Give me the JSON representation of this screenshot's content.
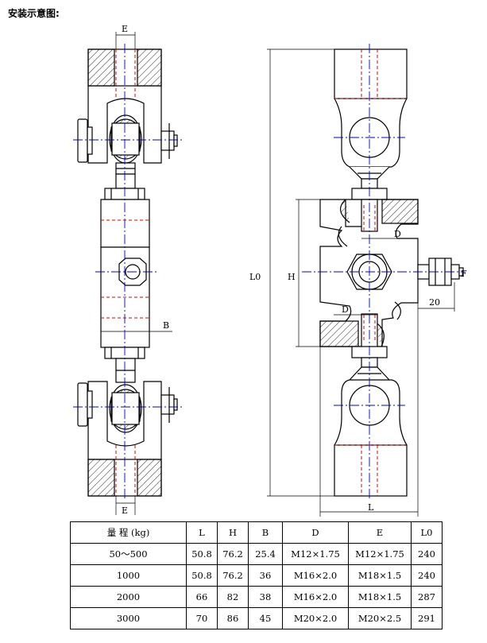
{
  "title": "安装示意图:",
  "labels": {
    "E_top": "E",
    "E_bottom": "E",
    "B": "B",
    "L0": "L0",
    "H": "H",
    "D_top": "D",
    "D_bottom": "D",
    "dim_20": "20",
    "L": "L",
    "F": "F"
  },
  "table": {
    "headers": [
      "量 程 (kg)",
      "L",
      "H",
      "B",
      "D",
      "E",
      "L0"
    ],
    "rows": [
      [
        "50～500",
        "50.8",
        "76.2",
        "25.4",
        "M12×1.75",
        "M12×1.75",
        "240"
      ],
      [
        "1000",
        "50.8",
        "76.2",
        "36",
        "M16×2.0",
        "M18×1.5",
        "240"
      ],
      [
        "2000",
        "66",
        "82",
        "38",
        "M16×2.0",
        "M18×1.5",
        "287"
      ],
      [
        "3000",
        "70",
        "86",
        "45",
        "M20×2.0",
        "M20×2.5",
        "291"
      ]
    ]
  },
  "colors": {
    "centerline": "#0000cc",
    "hidden_line": "#dd0000",
    "outline": "#000000"
  }
}
